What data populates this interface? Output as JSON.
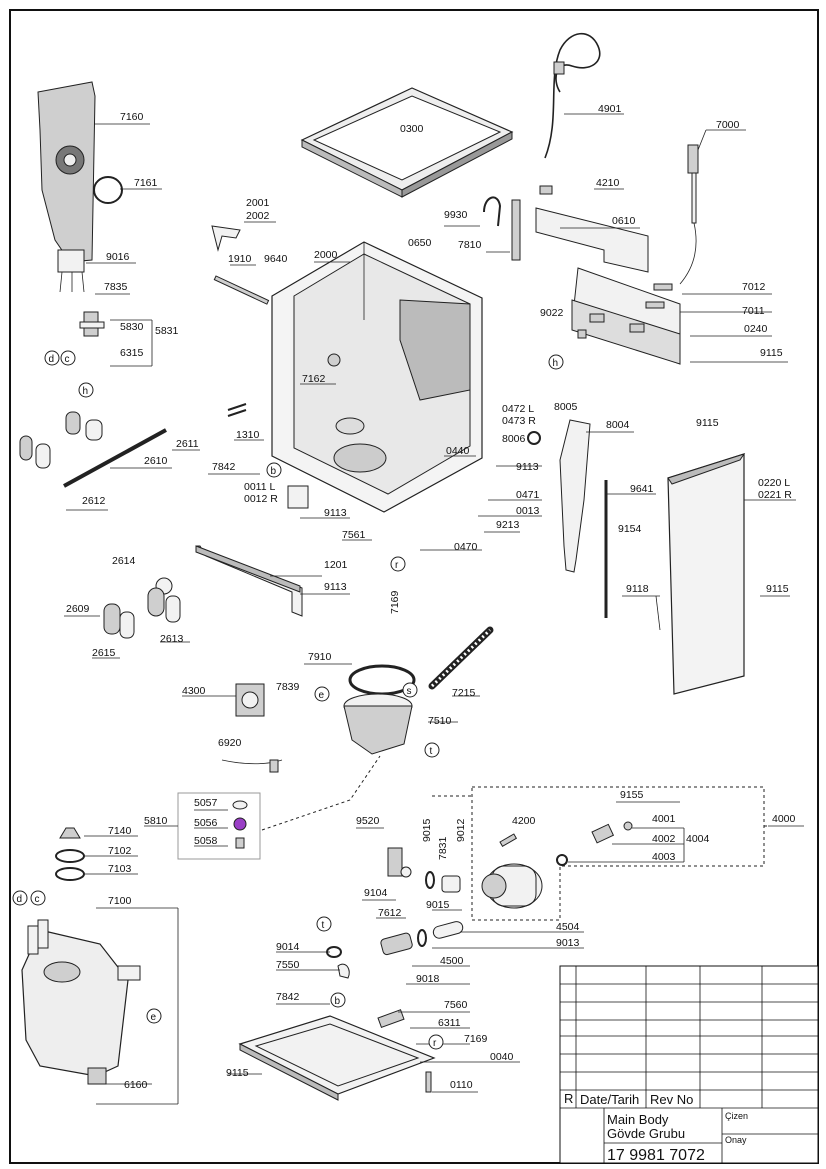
{
  "parts": {
    "p0300": "0300",
    "p4901": "4901",
    "p7000": "7000",
    "p7160": "7160",
    "p7161": "7161",
    "p2001": "2001",
    "p2002": "2002",
    "p4210": "4210",
    "p9930": "9930",
    "p0610": "0610",
    "p1910": "1910",
    "p9640": "9640",
    "p2000": "2000",
    "p0650": "0650",
    "p7810": "7810",
    "p9016": "9016",
    "p7835": "7835",
    "p7012": "7012",
    "p7011": "7011",
    "p9022": "9022",
    "p0240": "0240",
    "p5830": "5830",
    "p5831": "5831",
    "p6315": "6315",
    "p9115a": "9115",
    "p7162": "7162",
    "p0472": "0472 L",
    "p0473": "0473 R",
    "p8005": "8005",
    "p8004": "8004",
    "p8006": "8006",
    "p9115b": "9115",
    "p1310": "1310",
    "p2611": "2611",
    "p0440": "0440",
    "p9113a": "9113",
    "p2610": "2610",
    "p7842a": "7842",
    "p0220": "0220 L",
    "p0221": "0221 R",
    "p9641": "9641",
    "p0011": "0011 L",
    "p0012": "0012 R",
    "p0471": "0471",
    "p0013": "0013",
    "p2612": "2612",
    "p9113b": "9113",
    "p9213": "9213",
    "p9154": "9154",
    "p7561": "7561",
    "p0470": "0470",
    "p1201": "1201",
    "p2614": "2614",
    "p9113c": "9113",
    "p9118": "9118",
    "p9115c": "9115",
    "p7169a": "7169",
    "p2609": "2609",
    "p2613": "2613",
    "p2615": "2615",
    "p7910": "7910",
    "p4300": "4300",
    "p7839": "7839",
    "p7215": "7215",
    "p7510": "7510",
    "p6920": "6920",
    "p5057": "5057",
    "p5056": "5056",
    "p5058": "5058",
    "p5810": "5810",
    "p9155": "9155",
    "p4001": "4001",
    "p4002": "4002",
    "p4004": "4004",
    "p4000": "4000",
    "p4003": "4003",
    "p7140": "7140",
    "p7102": "7102",
    "p7103": "7103",
    "p9520": "9520",
    "p9015a": "9015",
    "p7831": "7831",
    "p9012": "9012",
    "p4200": "4200",
    "p9104": "9104",
    "p7612": "7612",
    "p9015b": "9015",
    "p7100": "7100",
    "p4504": "4504",
    "p9013": "9013",
    "p9014": "9014",
    "p4500": "4500",
    "p7550": "7550",
    "p9018": "9018",
    "p7842b": "7842",
    "p7560": "7560",
    "p6311": "6311",
    "p7169b": "7169",
    "p0040": "0040",
    "p9115d": "9115",
    "p0110": "0110",
    "p6160": "6160"
  },
  "callouts": {
    "d": "d",
    "c": "c",
    "h": "h",
    "b": "b",
    "r": "r",
    "e": "e",
    "s": "s",
    "t": "t"
  },
  "title_block": {
    "rev_marker": "R",
    "date_label": "Date/Tarih",
    "rev_label": "Rev No",
    "title_en": "Main Body",
    "title_tr": "Gövde Grubu",
    "drawn_label": "Çizen",
    "approved_label": "Onay",
    "doc_number": "17 9981 7072"
  },
  "colors": {
    "accent_5056": "#9a3fc6"
  }
}
